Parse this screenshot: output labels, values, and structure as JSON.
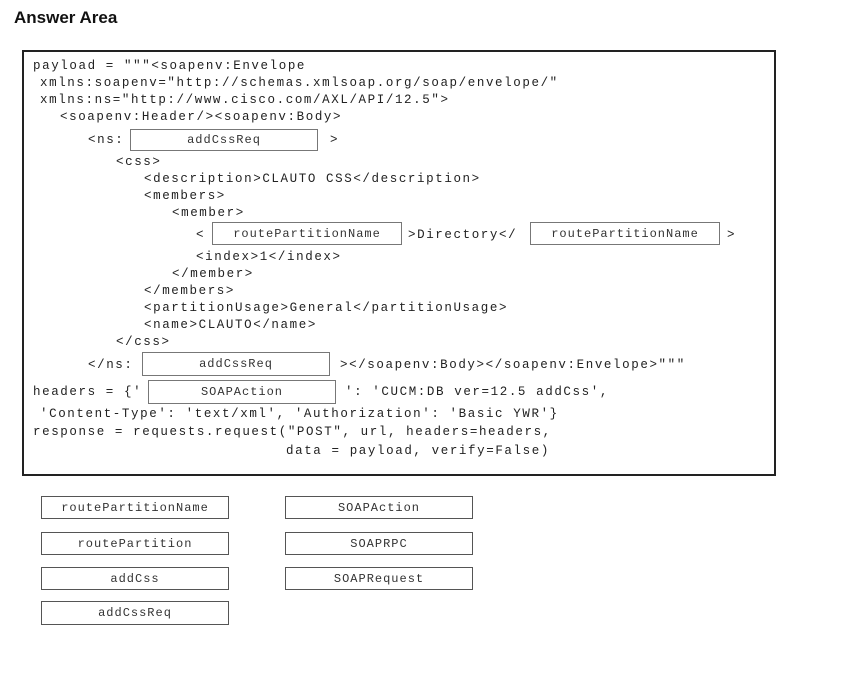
{
  "title": "Answer Area",
  "code": {
    "l1": "payload = \"\"\"<soapenv:Envelope",
    "l2": "xmlns:soapenv=\"http://schemas.xmlsoap.org/soap/envelope/\"",
    "l3": "xmlns:ns=\"http://www.cisco.com/AXL/API/12.5\">",
    "l4": "<soapenv:Header/><soapenv:Body>",
    "l5a": "<ns:",
    "l5b": ">",
    "l6": "<css>",
    "l7": "<description>CLAUTO CSS</description>",
    "l8": "<members>",
    "l9": "<member>",
    "l10a": "<",
    "l10b": ">Directory</",
    "l10c": ">",
    "l11": "<index>1</index>",
    "l12": "</member>",
    "l13": "</members>",
    "l14": "<partitionUsage>General</partitionUsage>",
    "l15": "<name>CLAUTO</name>",
    "l16": "</css>",
    "l17a": "</ns:",
    "l17b": "></soapenv:Body></soapenv:Envelope>\"\"\"",
    "l18a": "headers = {'",
    "l18b": "': 'CUCM:DB ver=12.5 addCss',",
    "l19": "'Content-Type': 'text/xml', 'Authorization': 'Basic YWR'}",
    "l20": "response = requests.request(\"POST\", url, headers=headers,",
    "l21": "data = payload, verify=False)"
  },
  "slots": {
    "ns_open": "addCssReq",
    "member_open": "routePartitionName",
    "member_close": "routePartitionName",
    "ns_close": "addCssReq",
    "header_key": "SOAPAction"
  },
  "options": [
    "routePartitionName",
    "routePartition",
    "addCss",
    "addCssReq",
    "SOAPAction",
    "SOAPRPC",
    "SOAPRequest"
  ]
}
